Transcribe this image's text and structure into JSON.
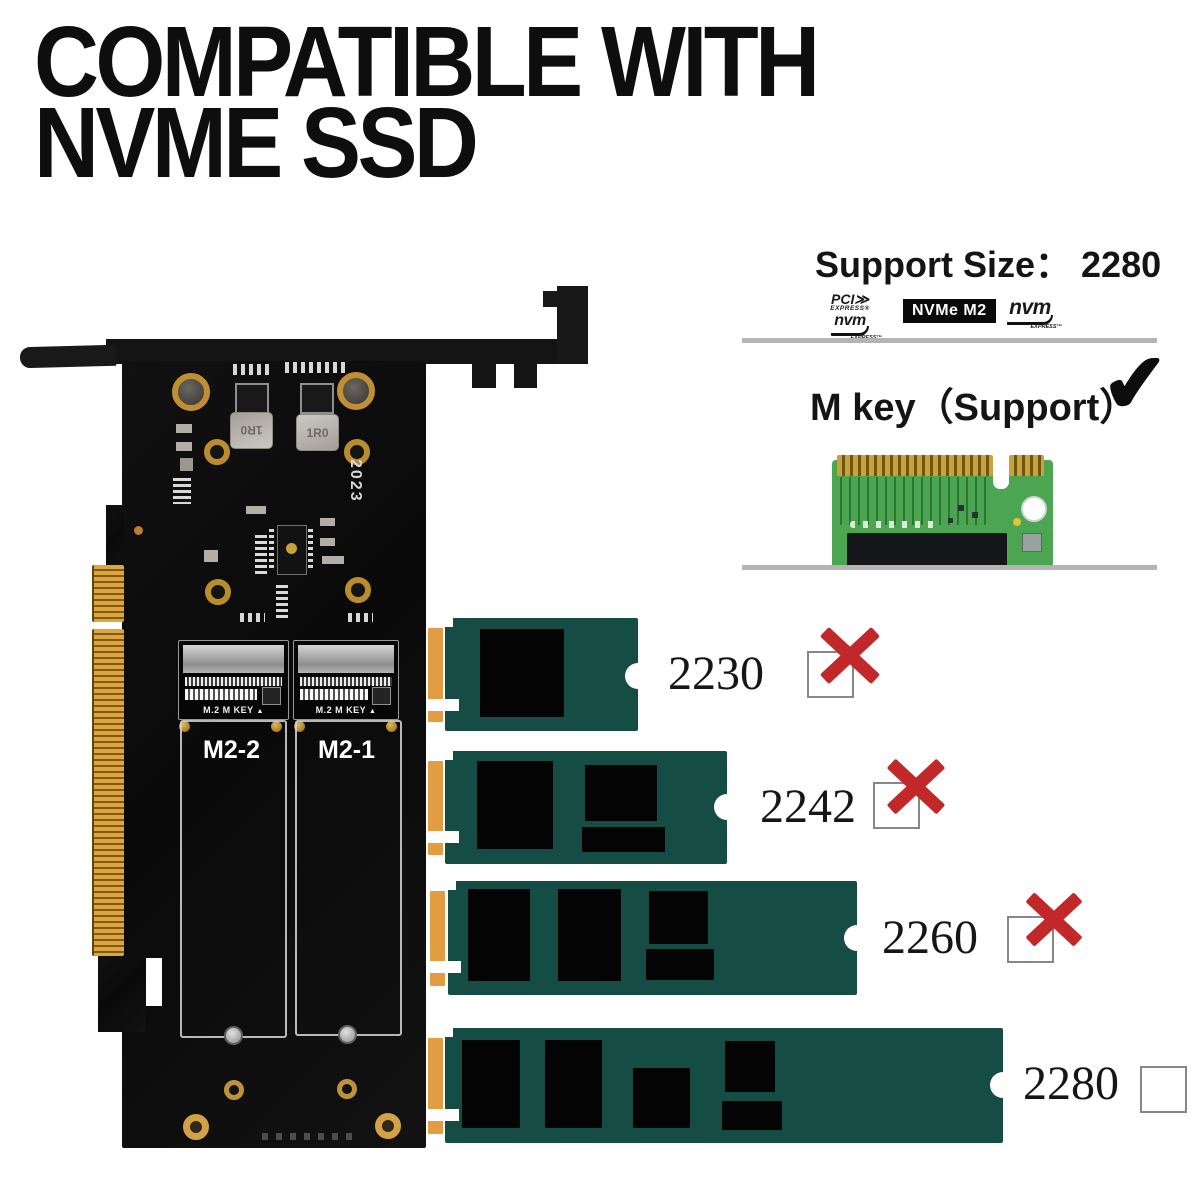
{
  "title": {
    "line1": "COMPATIBLE WITH",
    "line2": "NVME SSD"
  },
  "support_panel": {
    "size_label": "Support Size：",
    "size_value": "2280",
    "logos": {
      "pcie_nvm": {
        "top": "PCI≫",
        "sub": "EXPRESS®",
        "main": "nvm",
        "tail": "EXPRESS™"
      },
      "nvme_m2_badge": "NVMe M2",
      "nvm_express": {
        "main": "nvm",
        "tail": "EXPRESS™"
      }
    },
    "mkey_label": "M key（Support）",
    "check_glyph": "✔"
  },
  "adapter_card": {
    "inductor_label": "1R0",
    "year_silkscreen": "2023",
    "slots": [
      {
        "connector_label": "M.2 M KEY",
        "arrow": "▲",
        "name": "M2-2"
      },
      {
        "connector_label": "M.2 M KEY",
        "arrow": "▲",
        "name": "M2-1"
      }
    ]
  },
  "ssd_rows": [
    {
      "label": "2230",
      "supported": false
    },
    {
      "label": "2242",
      "supported": false
    },
    {
      "label": "2260",
      "supported": false
    },
    {
      "label": "2280",
      "supported": true
    }
  ],
  "colors": {
    "ssd_teal": "#154c43",
    "connector_gold": "#e29d43",
    "cross_red": "#c2282a",
    "divider_gray": "#b4b4b4"
  }
}
